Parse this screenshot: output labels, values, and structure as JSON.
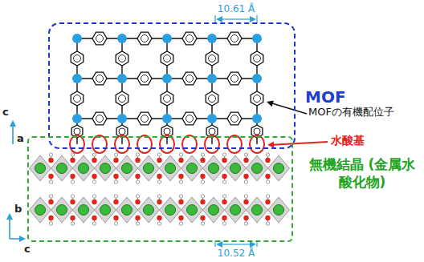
{
  "diagram": {
    "nodes": [
      {
        "text": [
          "MOF"
        ]
      },
      {
        "text": [
          "無機結晶 (金属水酸化物)"
        ]
      }
    ],
    "labels": [
      "10.61 Å",
      "MOFの有機配位子",
      "水酸基",
      "10.52 Å",
      "c",
      "a",
      "b",
      "c"
    ]
  }
}
